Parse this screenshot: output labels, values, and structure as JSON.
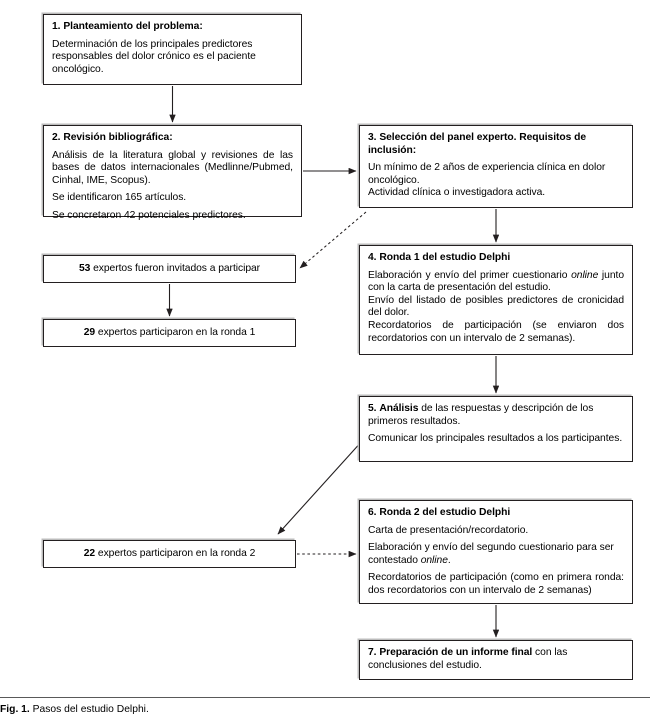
{
  "figure": {
    "caption_label": "Fig. 1.",
    "caption_text": "Pasos del estudio Delphi."
  },
  "diagram_data": {
    "type": "flowchart",
    "title": "Pasos del estudio Delphi",
    "language": "es",
    "orientation": "two-column top-to-bottom",
    "nodes": [
      {
        "id": "box1",
        "number": "1.",
        "heading": "Planteamiento del problema:",
        "body": "Determinación de los principales predictores responsables del dolor crónico es el paciente oncológico."
      },
      {
        "id": "box2",
        "number": "2.",
        "heading": "Revisión bibliográfica:",
        "body": "Análisis de la literatura global y revisiones de las bases de datos internacionales (Medlinne/Pubmed, Cinhal, IME, Scopus). Se identificaron 165 artículos. Se concretaron 42 potenciales predictores."
      },
      {
        "id": "box3",
        "number": "3.",
        "heading": "Selección del panel experto. Requisitos de inclusión:",
        "body": "Un mínimo de 2 años de experiencia clínica en dolor oncológico. Actividad clínica o investigadora activa."
      },
      {
        "id": "box4",
        "number": "4.",
        "heading": "Ronda 1 del estudio Delphi",
        "body": "Elaboración y envío del primer cuestionario online junto con la carta de presentación del estudio. Envío del listado de posibles predictores de cronicidad del dolor. Recordatorios de participación (se enviaron dos recordatorios con un intervalo de 2 semanas)."
      },
      {
        "id": "box5",
        "number": "5.",
        "heading": "Análisis",
        "body": "de las respuestas y descripción de los primeros resultados. Comunicar los principales resultados a los participantes."
      },
      {
        "id": "box6",
        "number": "6.",
        "heading": "Ronda 2 del estudio Delphi",
        "body": "Carta de presentación/recordatorio. Elaboración y envío del segundo cuestionario para ser contestado online. Recordatorios de participación (como en primera ronda: dos recordatorios con un intervalo de 2 semanas)"
      },
      {
        "id": "box7",
        "number": "7.",
        "heading": "Preparación de un informe final",
        "body": "con las conclusiones del estudio."
      },
      {
        "id": "box53",
        "count": "53",
        "text": "expertos fueron invitados a participar"
      },
      {
        "id": "box29",
        "count": "29",
        "text": "expertos participaron en la ronda 1"
      },
      {
        "id": "box22",
        "count": "22",
        "text": "expertos participaron en la ronda 2"
      }
    ],
    "edges": [
      {
        "from": "box1",
        "to": "box2",
        "style": "solid",
        "direction": "down"
      },
      {
        "from": "box2",
        "to": "box3",
        "style": "solid",
        "direction": "right"
      },
      {
        "from": "box3",
        "to": "box53",
        "style": "dotted",
        "direction": "diagonal-down-left"
      },
      {
        "from": "box53",
        "to": "box29",
        "style": "solid",
        "direction": "down"
      },
      {
        "from": "box3",
        "to": "box4",
        "style": "solid",
        "direction": "down"
      },
      {
        "from": "box4",
        "to": "box5",
        "style": "solid",
        "direction": "down"
      },
      {
        "from": "box5",
        "to": "box22",
        "style": "solid",
        "direction": "diagonal-down-left"
      },
      {
        "from": "box22",
        "to": "box6",
        "style": "dotted",
        "direction": "right"
      },
      {
        "from": "box6",
        "to": "box7",
        "style": "solid",
        "direction": "down"
      }
    ]
  },
  "boxes": {
    "box1": {
      "number": "1.",
      "heading": "Planteamiento del problema:",
      "line1": "Determinación de los principales predictores",
      "line2": "responsables del dolor crónico es el paciente",
      "line3": "oncológico."
    },
    "box2": {
      "number": "2.",
      "heading": "Revisión bibliográfica:",
      "para1": "Análisis de la literatura global y revisiones de las bases de datos internacionales (Medlinne/Pubmed, Cinhal, IME, Scopus).",
      "para2": "Se identificaron 165 artículos.",
      "para3": "Se concretaron 42 potenciales predictores."
    },
    "box3": {
      "number": "3.",
      "heading": "Selección del panel experto. Requisitos de inclusión:",
      "para1": "Un mínimo de 2 años de experiencia clínica en dolor oncológico.",
      "para2": "Actividad clínica o investigadora activa."
    },
    "box4": {
      "number": "4.",
      "heading": "Ronda 1 del estudio Delphi",
      "para1_pre": "Elaboración y envío del primer cuestionario ",
      "para1_italic": "online",
      "para1_post": " junto con la carta de presentación del estudio.",
      "para2": "Envío del listado de posibles predictores de cronicidad del dolor.",
      "para3": "Recordatorios de participación (se enviaron dos recordatorios con un intervalo de 2 semanas)."
    },
    "box5": {
      "number": "5.",
      "heading": "Análisis",
      "para1": " de las respuestas y descripción de los primeros resultados.",
      "para2": "Comunicar los principales resultados a los participantes."
    },
    "box6": {
      "number": "6.",
      "heading": "Ronda 2 del estudio Delphi",
      "para1": "Carta de presentación/recordatorio.",
      "para2_pre": "Elaboración y envío del segundo cuestionario para ser contestado ",
      "para2_italic": "online",
      "para2_post": ".",
      "para3": "Recordatorios de participación (como en primera ronda: dos recordatorios con un intervalo de 2 semanas)"
    },
    "box7": {
      "number": "7.",
      "heading": "Preparación de un informe final",
      "rest": " con las conclusiones del estudio."
    },
    "box53": {
      "count": "53",
      "text": " expertos fueron invitados a participar"
    },
    "box29": {
      "count": "29",
      "text": " expertos participaron en la ronda 1"
    },
    "box22": {
      "count": "22",
      "text": " expertos participaron en la ronda 2"
    }
  },
  "colors": {
    "border": "#231f20",
    "shadow": "#bcbcbc",
    "text": "#000000",
    "background": "#ffffff",
    "rule": "#595959"
  }
}
